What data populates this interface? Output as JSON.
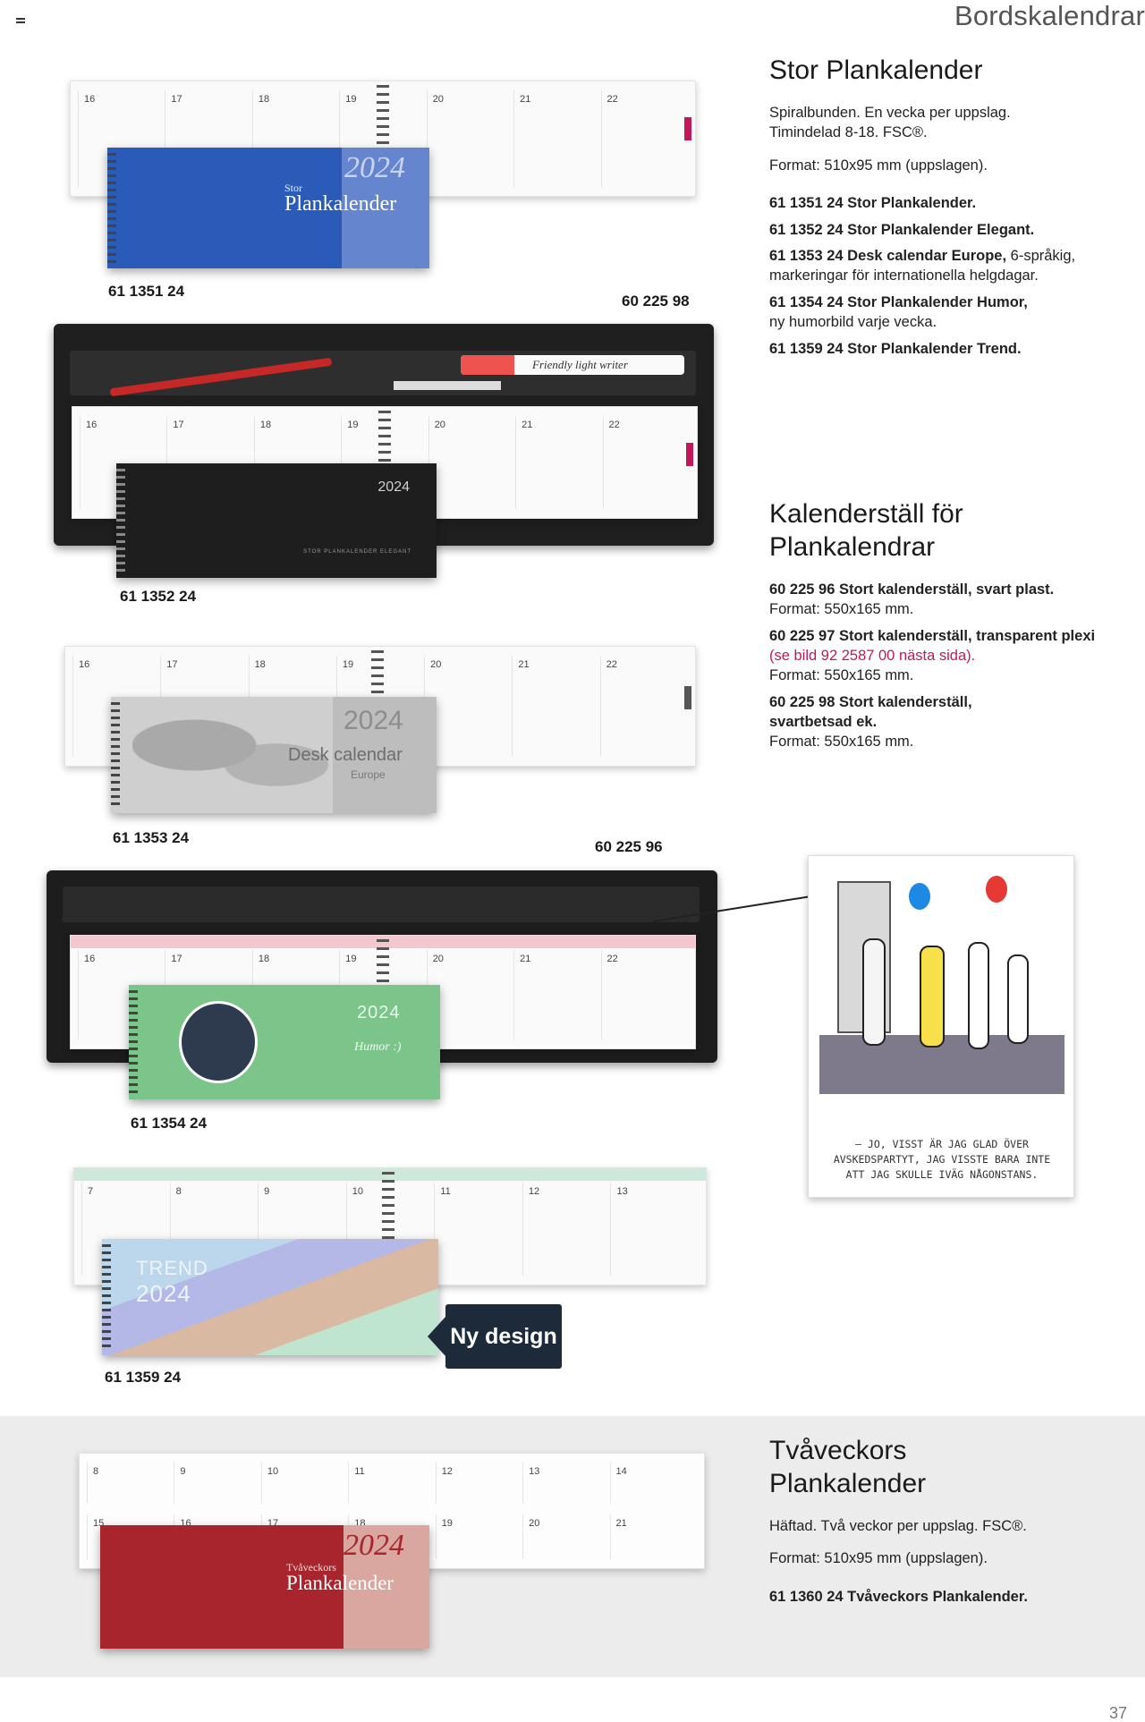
{
  "header": {
    "title": "Bordskalendrar"
  },
  "page_number": "37",
  "section_stor": {
    "title": "Stor Plankalender",
    "desc1": "Spiralbunden. En vecka per uppslag.",
    "desc2": "Timindelad 8-18. FSC®.",
    "format": "Format: 510x95 mm (uppslagen).",
    "items": [
      {
        "code": "61 1351 24 Stor Plankalender.",
        "extra": ""
      },
      {
        "code": "61 1352 24 Stor Plankalender Elegant.",
        "extra": ""
      },
      {
        "code": "61 1353 24 Desk calendar Europe,",
        "extra": " 6-språkig,",
        "extra2": "markeringar för internationella helgdagar."
      },
      {
        "code": "61 1354 24 Stor Plankalender Humor,",
        "extra": "",
        "extra2": "ny humorbild varje vecka."
      },
      {
        "code": "61 1359 24 Stor Plankalender Trend.",
        "extra": ""
      }
    ]
  },
  "section_stall": {
    "title_line1": "Kalenderställ för",
    "title_line2": "Plankalendrar",
    "item1_code": "60 225 96 Stort kalenderställ, svart plast.",
    "item1_format": "Format: 550x165 mm.",
    "item2_code": "60 225 97 Stort kalenderställ, transparent plexi",
    "item2_ref": "(se bild 92 2587 00 nästa sida).",
    "item2_format": "Format: 550x165 mm.",
    "item3_code_line1": "60 225 98 Stort kalenderställ,",
    "item3_code_line2": "svartbetsad ek.",
    "item3_format": "Format: 550x165 mm."
  },
  "section_tva": {
    "title_line1": "Tvåveckors",
    "title_line2": "Plankalender",
    "desc": "Häftad. Två veckor per uppslag. FSC®.",
    "format": "Format: 510x95 mm (uppslagen).",
    "item": "61 1360 24 Tvåveckors Plankalender."
  },
  "labels": {
    "c1351": "61 1351 24",
    "c60225_98": "60 225 98",
    "c1352": "61 1352 24",
    "c1353": "61 1353 24",
    "c60225_96": "60 225 96",
    "c1354": "61 1354 24",
    "c1359": "61 1359 24"
  },
  "covers": {
    "stor_year": "2024",
    "stor_small": "Stor",
    "stor_name": "Plankalender",
    "elegant_year": "2024",
    "elegant_sub": "STOR PLANKALENDER ELEGANT",
    "europe_year": "2024",
    "europe_name": "Desk calendar",
    "europe_sub": "Europe",
    "humor_year": "2024",
    "humor_name": "Humor :)",
    "trend_name": "TREND",
    "trend_year": "2024",
    "tva_year": "2024",
    "tva_small": "Tvåveckors",
    "tva_name": "Plankalender"
  },
  "pen_text": "Friendly light writer",
  "badge": "Ny design",
  "cartoon_caption": "– JO, VISST ÄR JAG GLAD ÖVER AVSKEDSPARTYT, JAG VISSTE BARA INTE ATT JAG SKULLE IVÄG NÅGONSTANS.",
  "days_a": [
    "16",
    "17",
    "18",
    "19",
    "20",
    "21",
    "22"
  ],
  "days_b": [
    "7",
    "8",
    "9",
    "10",
    "11",
    "12",
    "13"
  ],
  "days_c": [
    "8",
    "9",
    "10",
    "11",
    "12",
    "13",
    "14"
  ],
  "days_d": [
    "15",
    "16",
    "17",
    "18",
    "19",
    "20",
    "21"
  ],
  "colors": {
    "blue": "#2a5bb8",
    "black": "#1e1e1e",
    "green": "#7cc58a",
    "red": "#a8252d",
    "badge": "#1d2a3a",
    "pink": "#c2185b"
  }
}
